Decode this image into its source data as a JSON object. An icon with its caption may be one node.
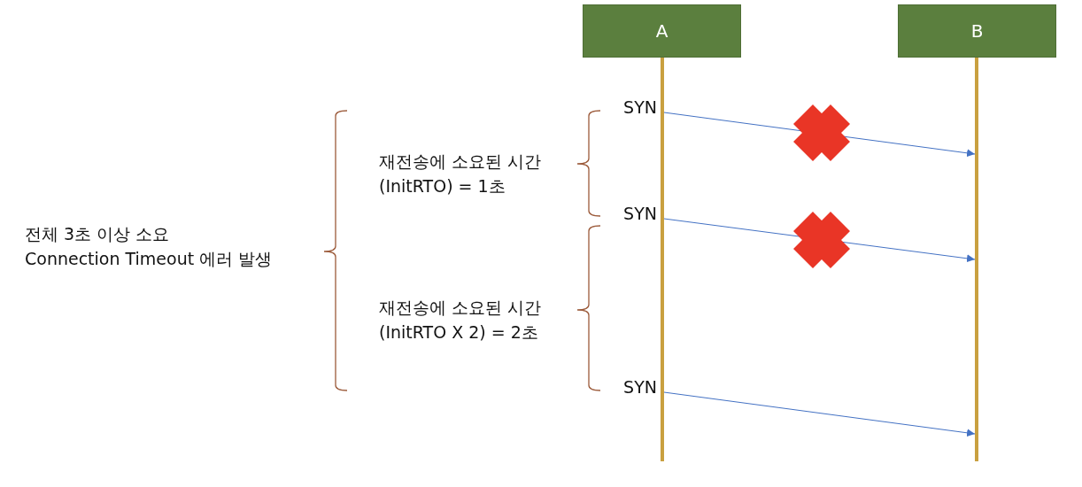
{
  "diagram": {
    "nodes": [
      {
        "text": [
          "A"
        ]
      },
      {
        "text": [
          "B"
        ]
      },
      {
        "text": [],
        "shape": "line"
      },
      {
        "text": [],
        "shape": "line"
      }
    ],
    "edges": [
      {
        "from": 2,
        "to": 3,
        "arrow": "to",
        "label": "SYN"
      },
      {
        "from": 2,
        "to": 3,
        "arrow": "to",
        "label": "SYN"
      },
      {
        "from": 2,
        "to": 3,
        "arrow": "to",
        "label": "SYN"
      }
    ],
    "labels": [
      "재전송에 소요된 시간 (InitRTO) = 1초",
      "전체 3초 이상 소요",
      "Connection Timeout 에러 발생",
      "재전송에 소요된 시간 (InitRTO X 2) = 2초"
    ]
  }
}
